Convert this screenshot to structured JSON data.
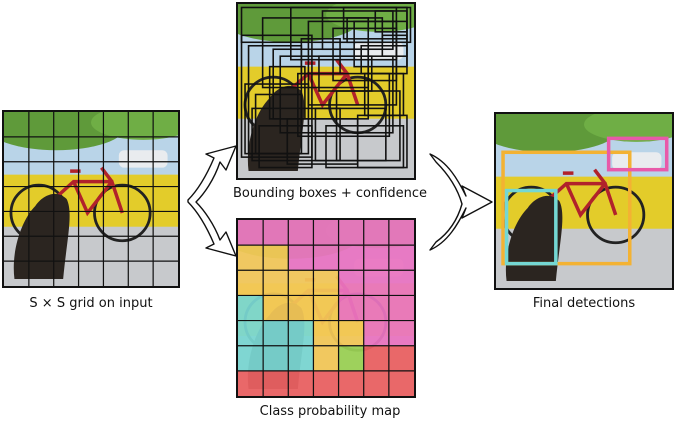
{
  "captions": {
    "input": "S × S grid on input",
    "boxes": "Bounding boxes + confidence",
    "classmap": "Class probability map",
    "final": "Final detections"
  },
  "grid": {
    "size": 7
  },
  "colors": {
    "sky": "#b9d4e8",
    "foliage": "#5f9a3a",
    "wall": "#e3cc2a",
    "floor": "#c7c9cc",
    "dog": "#2b2520",
    "bike": "#b1222b",
    "car": "#e9ecef",
    "gridline": "#111111",
    "dog_box": "#74d7d3",
    "bike_box": "#f3b233",
    "car_box": "#e85aa9"
  },
  "class_map": {
    "rows": [
      [
        "pink",
        "pink",
        "pink",
        "pink",
        "pink",
        "pink",
        "pink"
      ],
      [
        "yellow",
        "yellow",
        "pink",
        "pink",
        "pink",
        "pink",
        "pink"
      ],
      [
        "yellow",
        "yellow",
        "yellow",
        "yellow",
        "pink",
        "pink",
        "pink"
      ],
      [
        "cyan",
        "yellow",
        "yellow",
        "yellow",
        "pink",
        "pink",
        "pink"
      ],
      [
        "cyan",
        "cyan",
        "cyan",
        "yellow",
        "yellow",
        "pink",
        "pink"
      ],
      [
        "cyan",
        "cyan",
        "cyan",
        "yellow",
        "green",
        "red",
        "red"
      ],
      [
        "red",
        "red",
        "red",
        "red",
        "red",
        "red",
        "red"
      ]
    ],
    "palette": {
      "pink": "#e760b8",
      "yellow": "#f2bf3f",
      "cyan": "#66d1cc",
      "green": "#8ccb3c",
      "red": "#e84a4c"
    }
  }
}
